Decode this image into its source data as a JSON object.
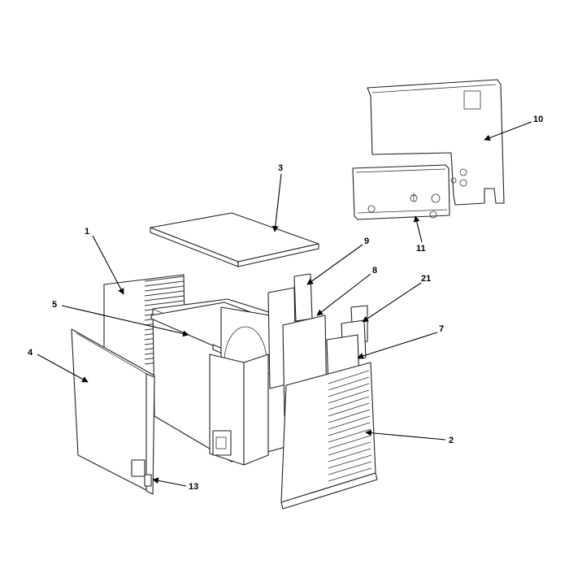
{
  "callouts": [
    {
      "id": "1",
      "label": "1"
    },
    {
      "id": "2",
      "label": "2"
    },
    {
      "id": "3",
      "label": "3"
    },
    {
      "id": "4",
      "label": "4"
    },
    {
      "id": "5",
      "label": "5"
    },
    {
      "id": "7",
      "label": "7"
    },
    {
      "id": "8",
      "label": "8"
    },
    {
      "id": "9",
      "label": "9"
    },
    {
      "id": "10",
      "label": "10"
    },
    {
      "id": "11",
      "label": "11"
    },
    {
      "id": "13",
      "label": "13"
    },
    {
      "id": "21",
      "label": "21"
    }
  ]
}
